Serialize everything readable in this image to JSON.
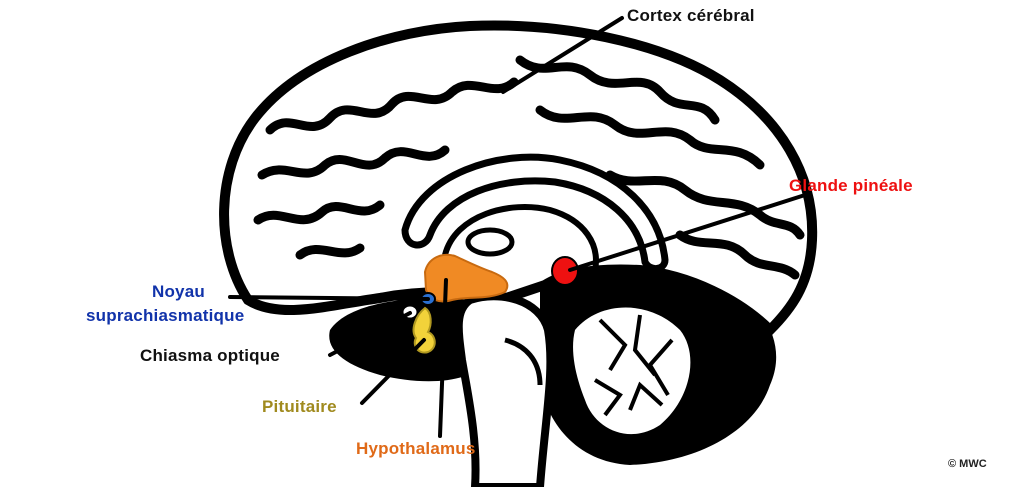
{
  "labels": {
    "cortex": {
      "text": "Cortex cérébral",
      "color": "#111111"
    },
    "pineal": {
      "text": "Glande pinéale",
      "color": "#ee1111"
    },
    "scn_line1": {
      "text": "Noyau",
      "color": "#1133aa"
    },
    "scn_line2": {
      "text": "suprachiasmatique",
      "color": "#1133aa"
    },
    "chiasma": {
      "text": "Chiasma optique",
      "color": "#111111"
    },
    "pituitary": {
      "text": "Pituitaire",
      "color": "#a08a1e"
    },
    "hypothalamus": {
      "text": "Hypothalamus",
      "color": "#e06a18"
    }
  },
  "copyright": "© MWC",
  "colors": {
    "outline": "#000000",
    "hypothalamus": "#f08a24",
    "pineal": "#ee1111",
    "pituitary": "#f2d23a",
    "scn": "#2a6fd0",
    "brainstem": "#ffffff"
  }
}
